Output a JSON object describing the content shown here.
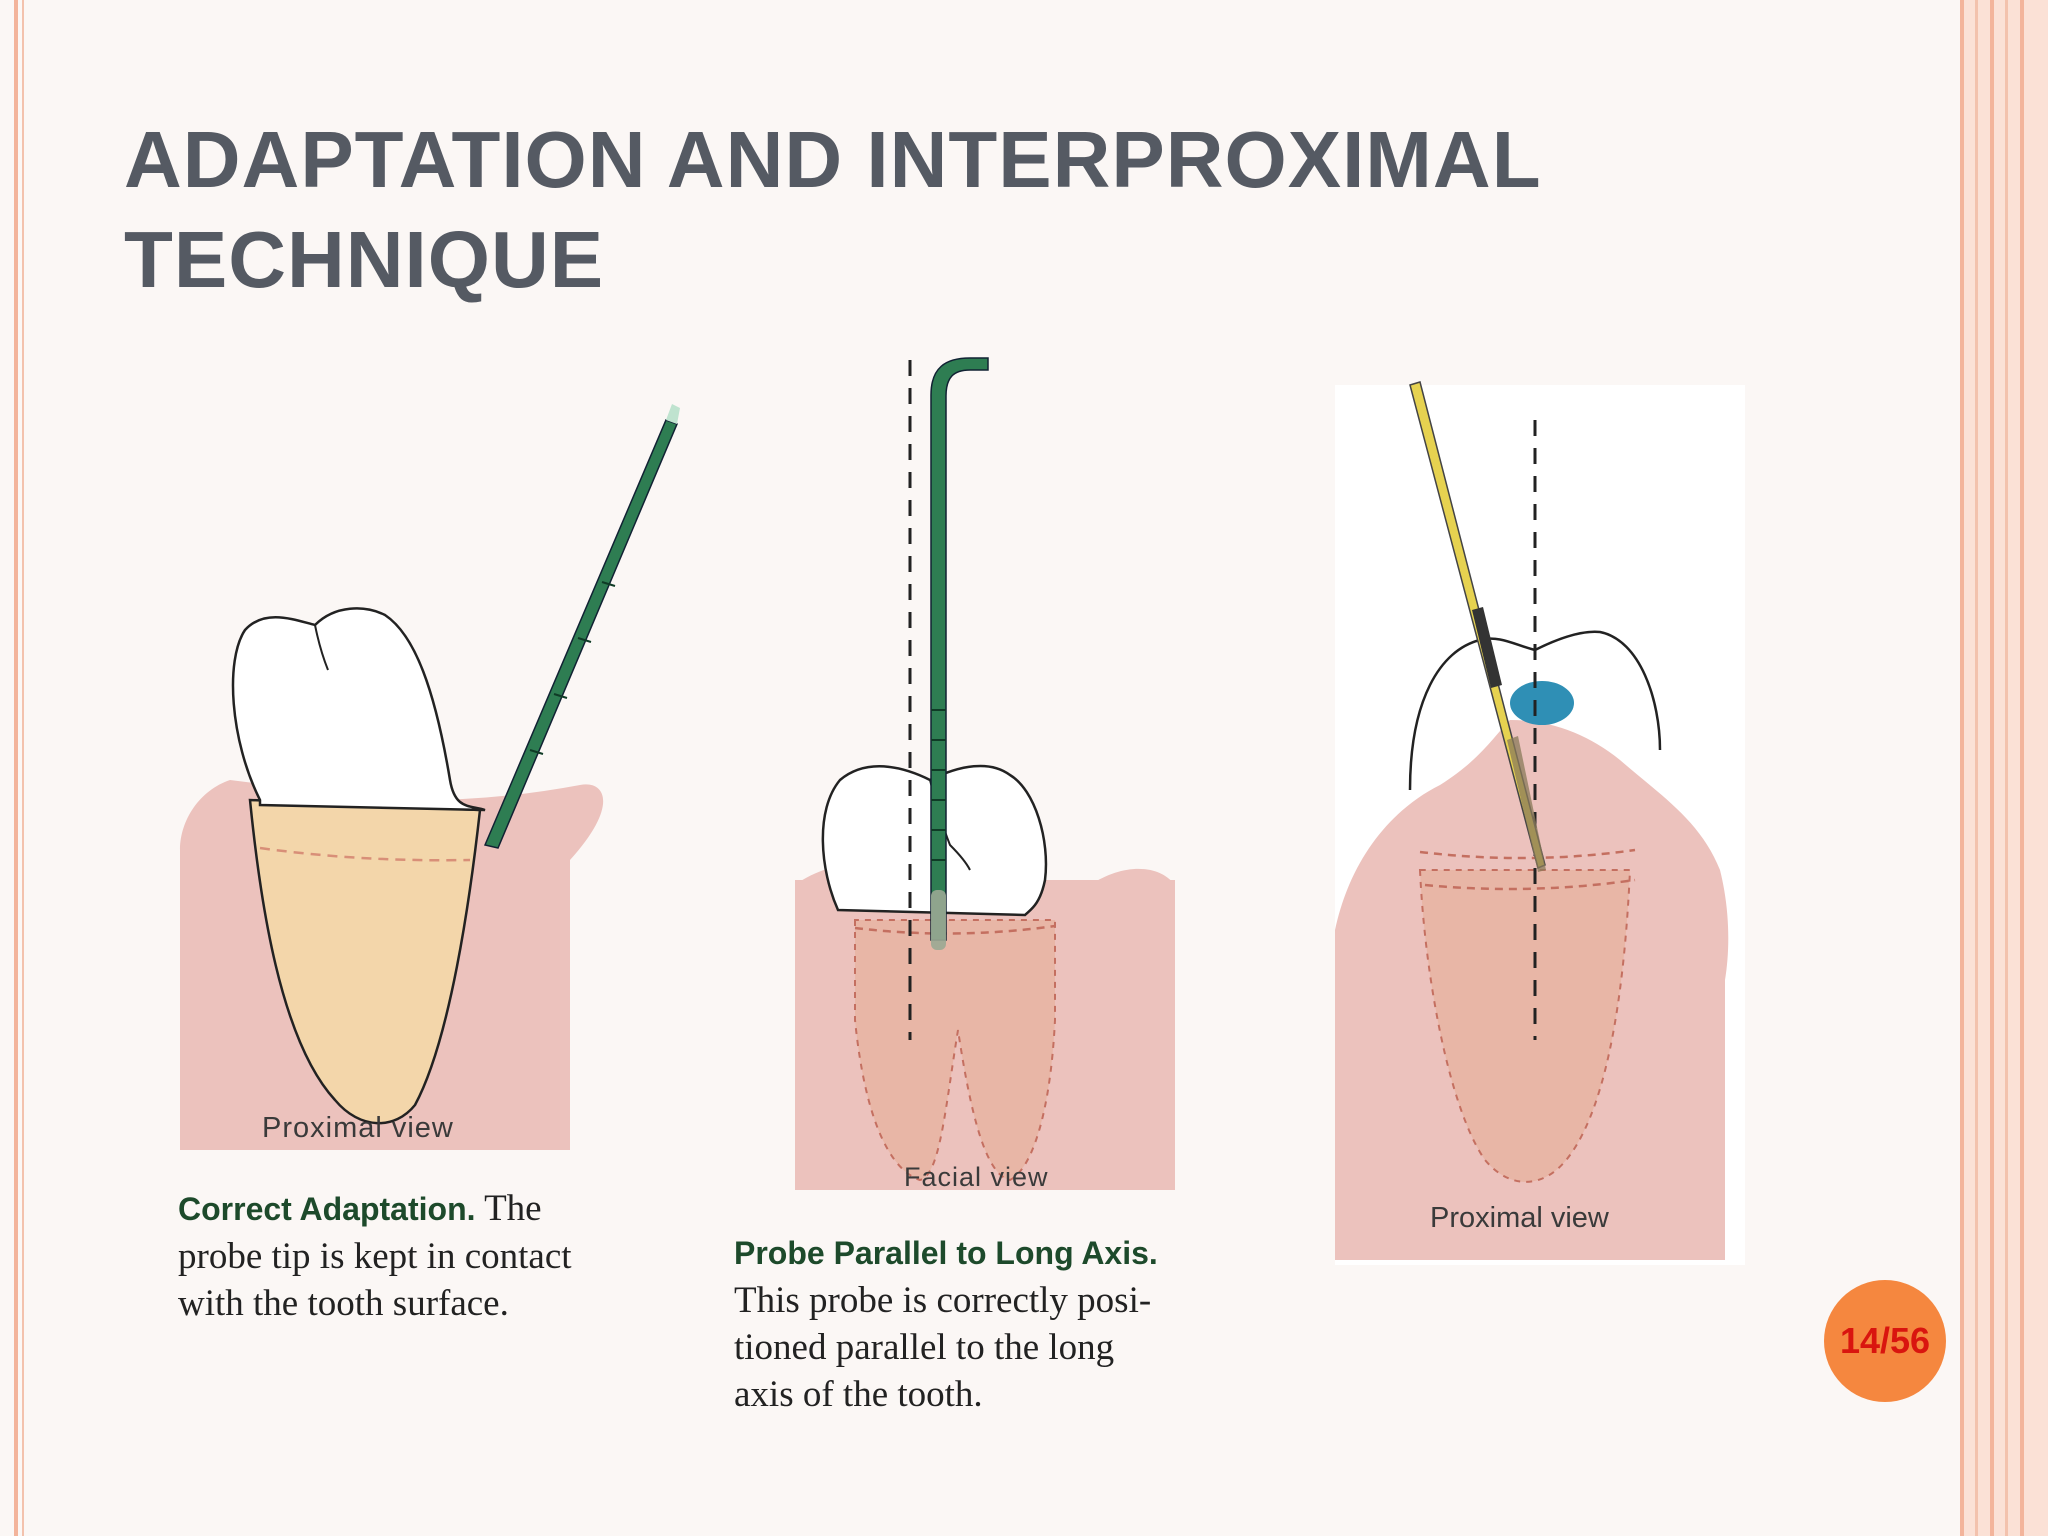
{
  "slide": {
    "title_line1": "ADAPTATION AND INTERPROXIMAL",
    "title_line2": "TECHNIQUE",
    "page_indicator": "14/56",
    "colors": {
      "title": "#555a63",
      "badge_fill": "#f5873f",
      "badge_text": "#d9150f",
      "frame_accent": "#f3b49b",
      "probe_green": "#2e7d52",
      "probe_yellow": "#e6d250",
      "gingiva": "#ecc2bd",
      "marker_blue": "#2f8fb5"
    }
  },
  "figures": [
    {
      "view_label": "Proximal view",
      "caption_lead": "Correct Adaptation.",
      "caption_lines": [
        " The",
        "probe tip is kept in contact",
        "with the tooth surface."
      ]
    },
    {
      "view_label": "Facial view",
      "caption_lead": "Probe Parallel to Long Axis.",
      "caption_lines": [
        "This probe is correctly posi-",
        "tioned parallel to the long",
        "axis of the tooth."
      ]
    },
    {
      "view_label": "Proximal view",
      "caption_lead": "",
      "caption_lines": []
    }
  ]
}
